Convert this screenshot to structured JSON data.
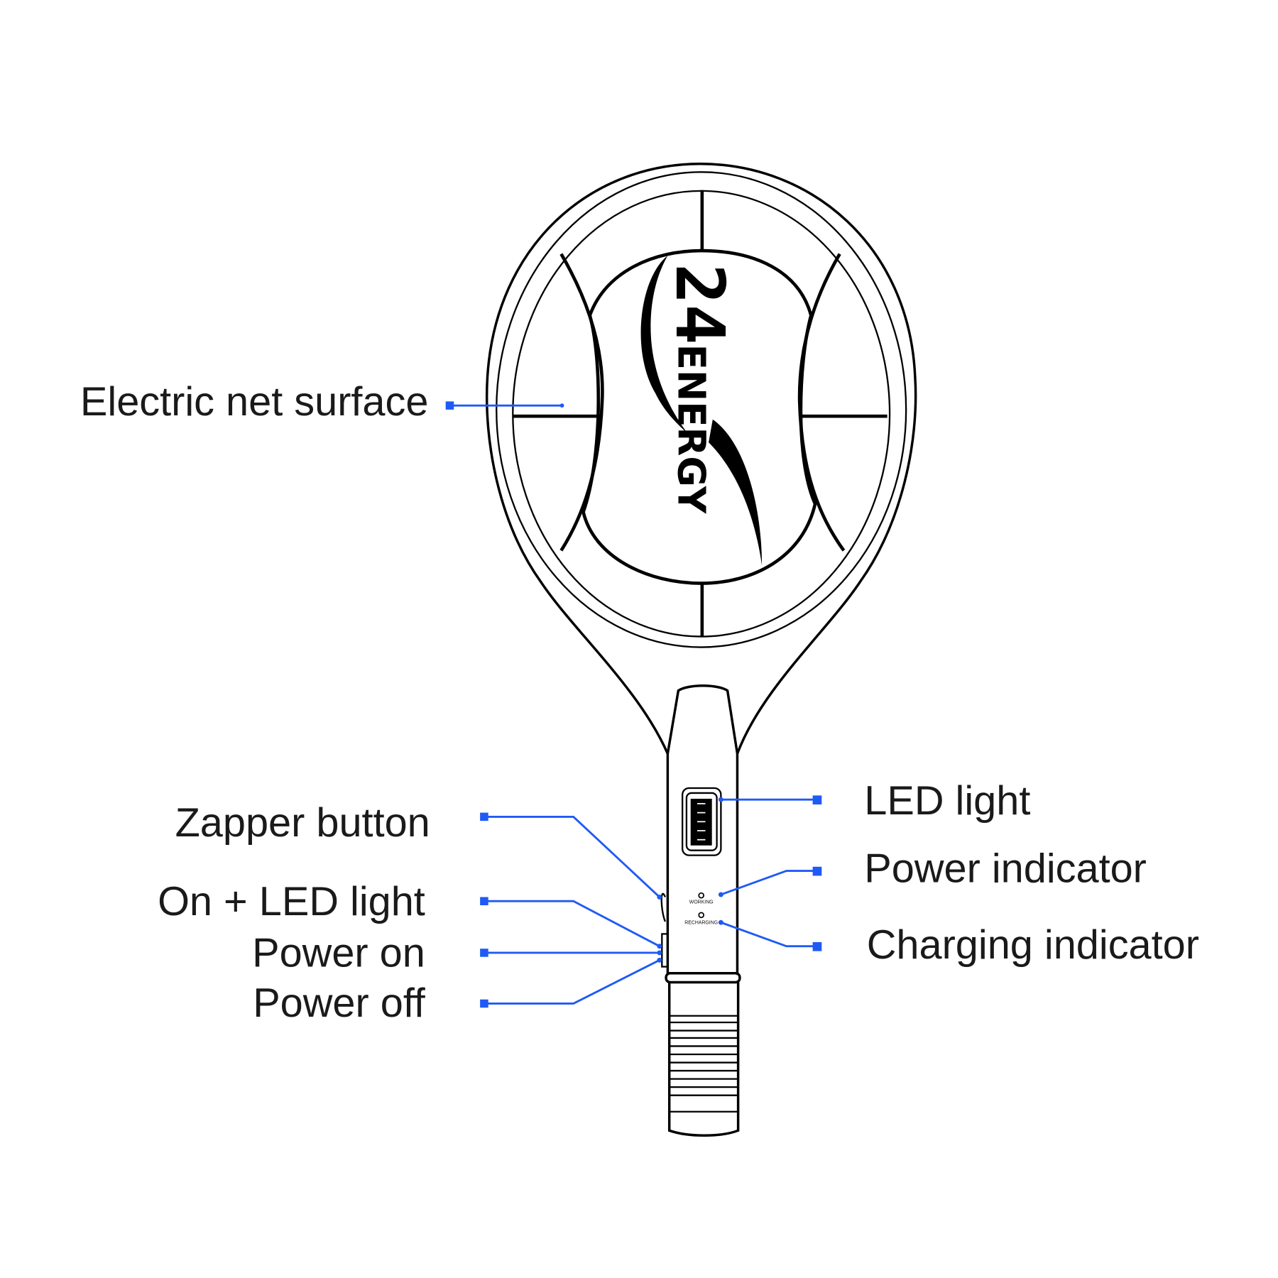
{
  "labels": {
    "net": "Electric net surface",
    "zapper": "Zapper button",
    "on_led": "On + LED light",
    "power_on": "Power on",
    "power_off": "Power off",
    "led": "LED light",
    "power_indicator": "Power indicator",
    "charging_indicator": "Charging indicator"
  },
  "device": {
    "logo_number": "24",
    "logo_word": "ENERGY",
    "working": "WORKING",
    "recharging": "RECHARGING"
  },
  "colors": {
    "leader": "#1f5af5",
    "outline": "#000000"
  }
}
